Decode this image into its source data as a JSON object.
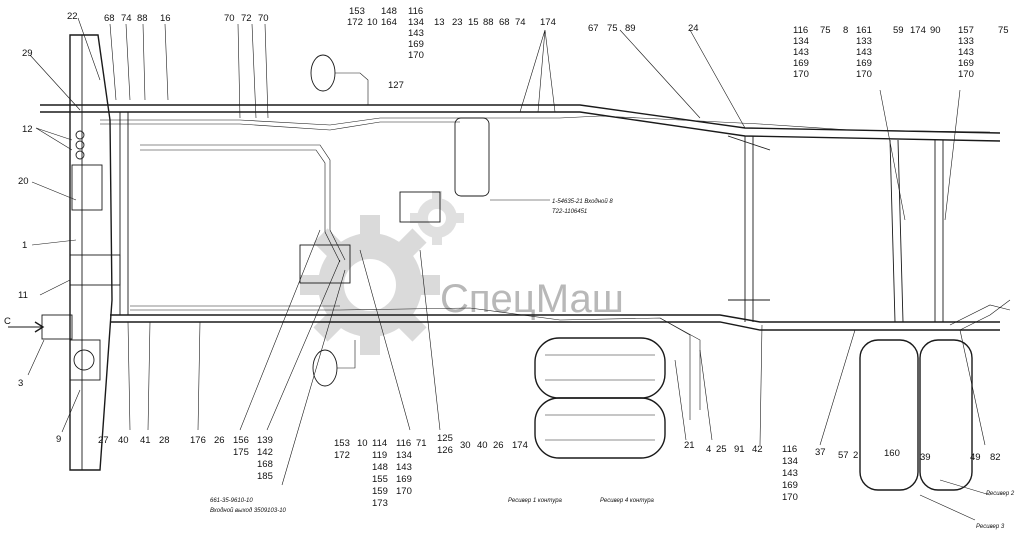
{
  "watermark": {
    "text": "СпецМаш",
    "logo_icon": "gear-logo-icon"
  },
  "arrow_label": "C",
  "labels_top": [
    "22",
    "68",
    "74",
    "88",
    "16",
    "70",
    "72",
    "70",
    "153",
    "172",
    "10",
    "148",
    "164",
    "116",
    "134",
    "143",
    "169",
    "170",
    "127",
    "13",
    "23",
    "15",
    "88",
    "68",
    "74",
    "174",
    "67",
    "75",
    "89",
    "24",
    "116",
    "134",
    "143",
    "169",
    "170",
    "75",
    "8",
    "161",
    "133",
    "143",
    "169",
    "170",
    "59",
    "174",
    "90",
    "157",
    "133",
    "143",
    "169",
    "170",
    "75"
  ],
  "labels_left": [
    "29",
    "12",
    "20",
    "1",
    "11",
    "3",
    "9"
  ],
  "labels_bottom": [
    "27",
    "40",
    "41",
    "28",
    "176",
    "26",
    "156",
    "175",
    "139",
    "142",
    "168",
    "185",
    "153",
    "172",
    "10",
    "114",
    "119",
    "148",
    "155",
    "159",
    "173",
    "116",
    "134",
    "143",
    "169",
    "170",
    "71",
    "125",
    "126",
    "30",
    "40",
    "26",
    "174",
    "21",
    "4",
    "25",
    "91",
    "42",
    "116",
    "134",
    "143",
    "169",
    "170",
    "37",
    "57",
    "2",
    "160",
    "39",
    "49",
    "82"
  ],
  "captions": [
    "1-54635-21 Входной 8",
    "Т22-1106451",
    "661-35-9610-10",
    "Входной выход 3509103-10",
    "Ресивер 1 контура",
    "Ресивер 4 контура",
    "Ресивер 2",
    "Ресивер 3"
  ]
}
